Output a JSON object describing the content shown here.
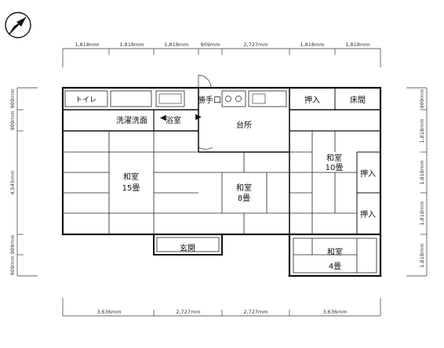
{
  "compass": {
    "icon": "north-arrow-icon"
  },
  "dimensions": {
    "top": [
      "1,818mm",
      "1,818mm",
      "1,818mm",
      "909mm",
      "2,727mm",
      "1,818mm",
      "1,818mm"
    ],
    "bottom": [
      "3,636mm",
      "2,727mm",
      "2,727mm",
      "3,636mm"
    ],
    "left": [
      "909mm",
      "909mm",
      "4,545mm",
      "909mm",
      "909mm"
    ],
    "right": [
      "909mm",
      "1,818mm",
      "1,818mm",
      "1,818mm",
      "1,818mm"
    ]
  },
  "fixtures": {
    "toilet": "トイレ"
  },
  "rooms": {
    "laundry": "洗濯洗面",
    "bath": "浴室",
    "handwash": "勝手口",
    "kitchen": "台所",
    "closet1": "押入",
    "tokonoma": "床間",
    "washitsu15_name": "和室",
    "washitsu15_size": "15畳",
    "washitsu8_name": "和室",
    "washitsu8_size": "8畳",
    "washitsu10_name": "和室",
    "washitsu10_size": "10畳",
    "closet2": "押入",
    "closet3": "押入",
    "genkan": "玄関",
    "washitsu4_name": "和室",
    "washitsu4_size": "4畳"
  }
}
